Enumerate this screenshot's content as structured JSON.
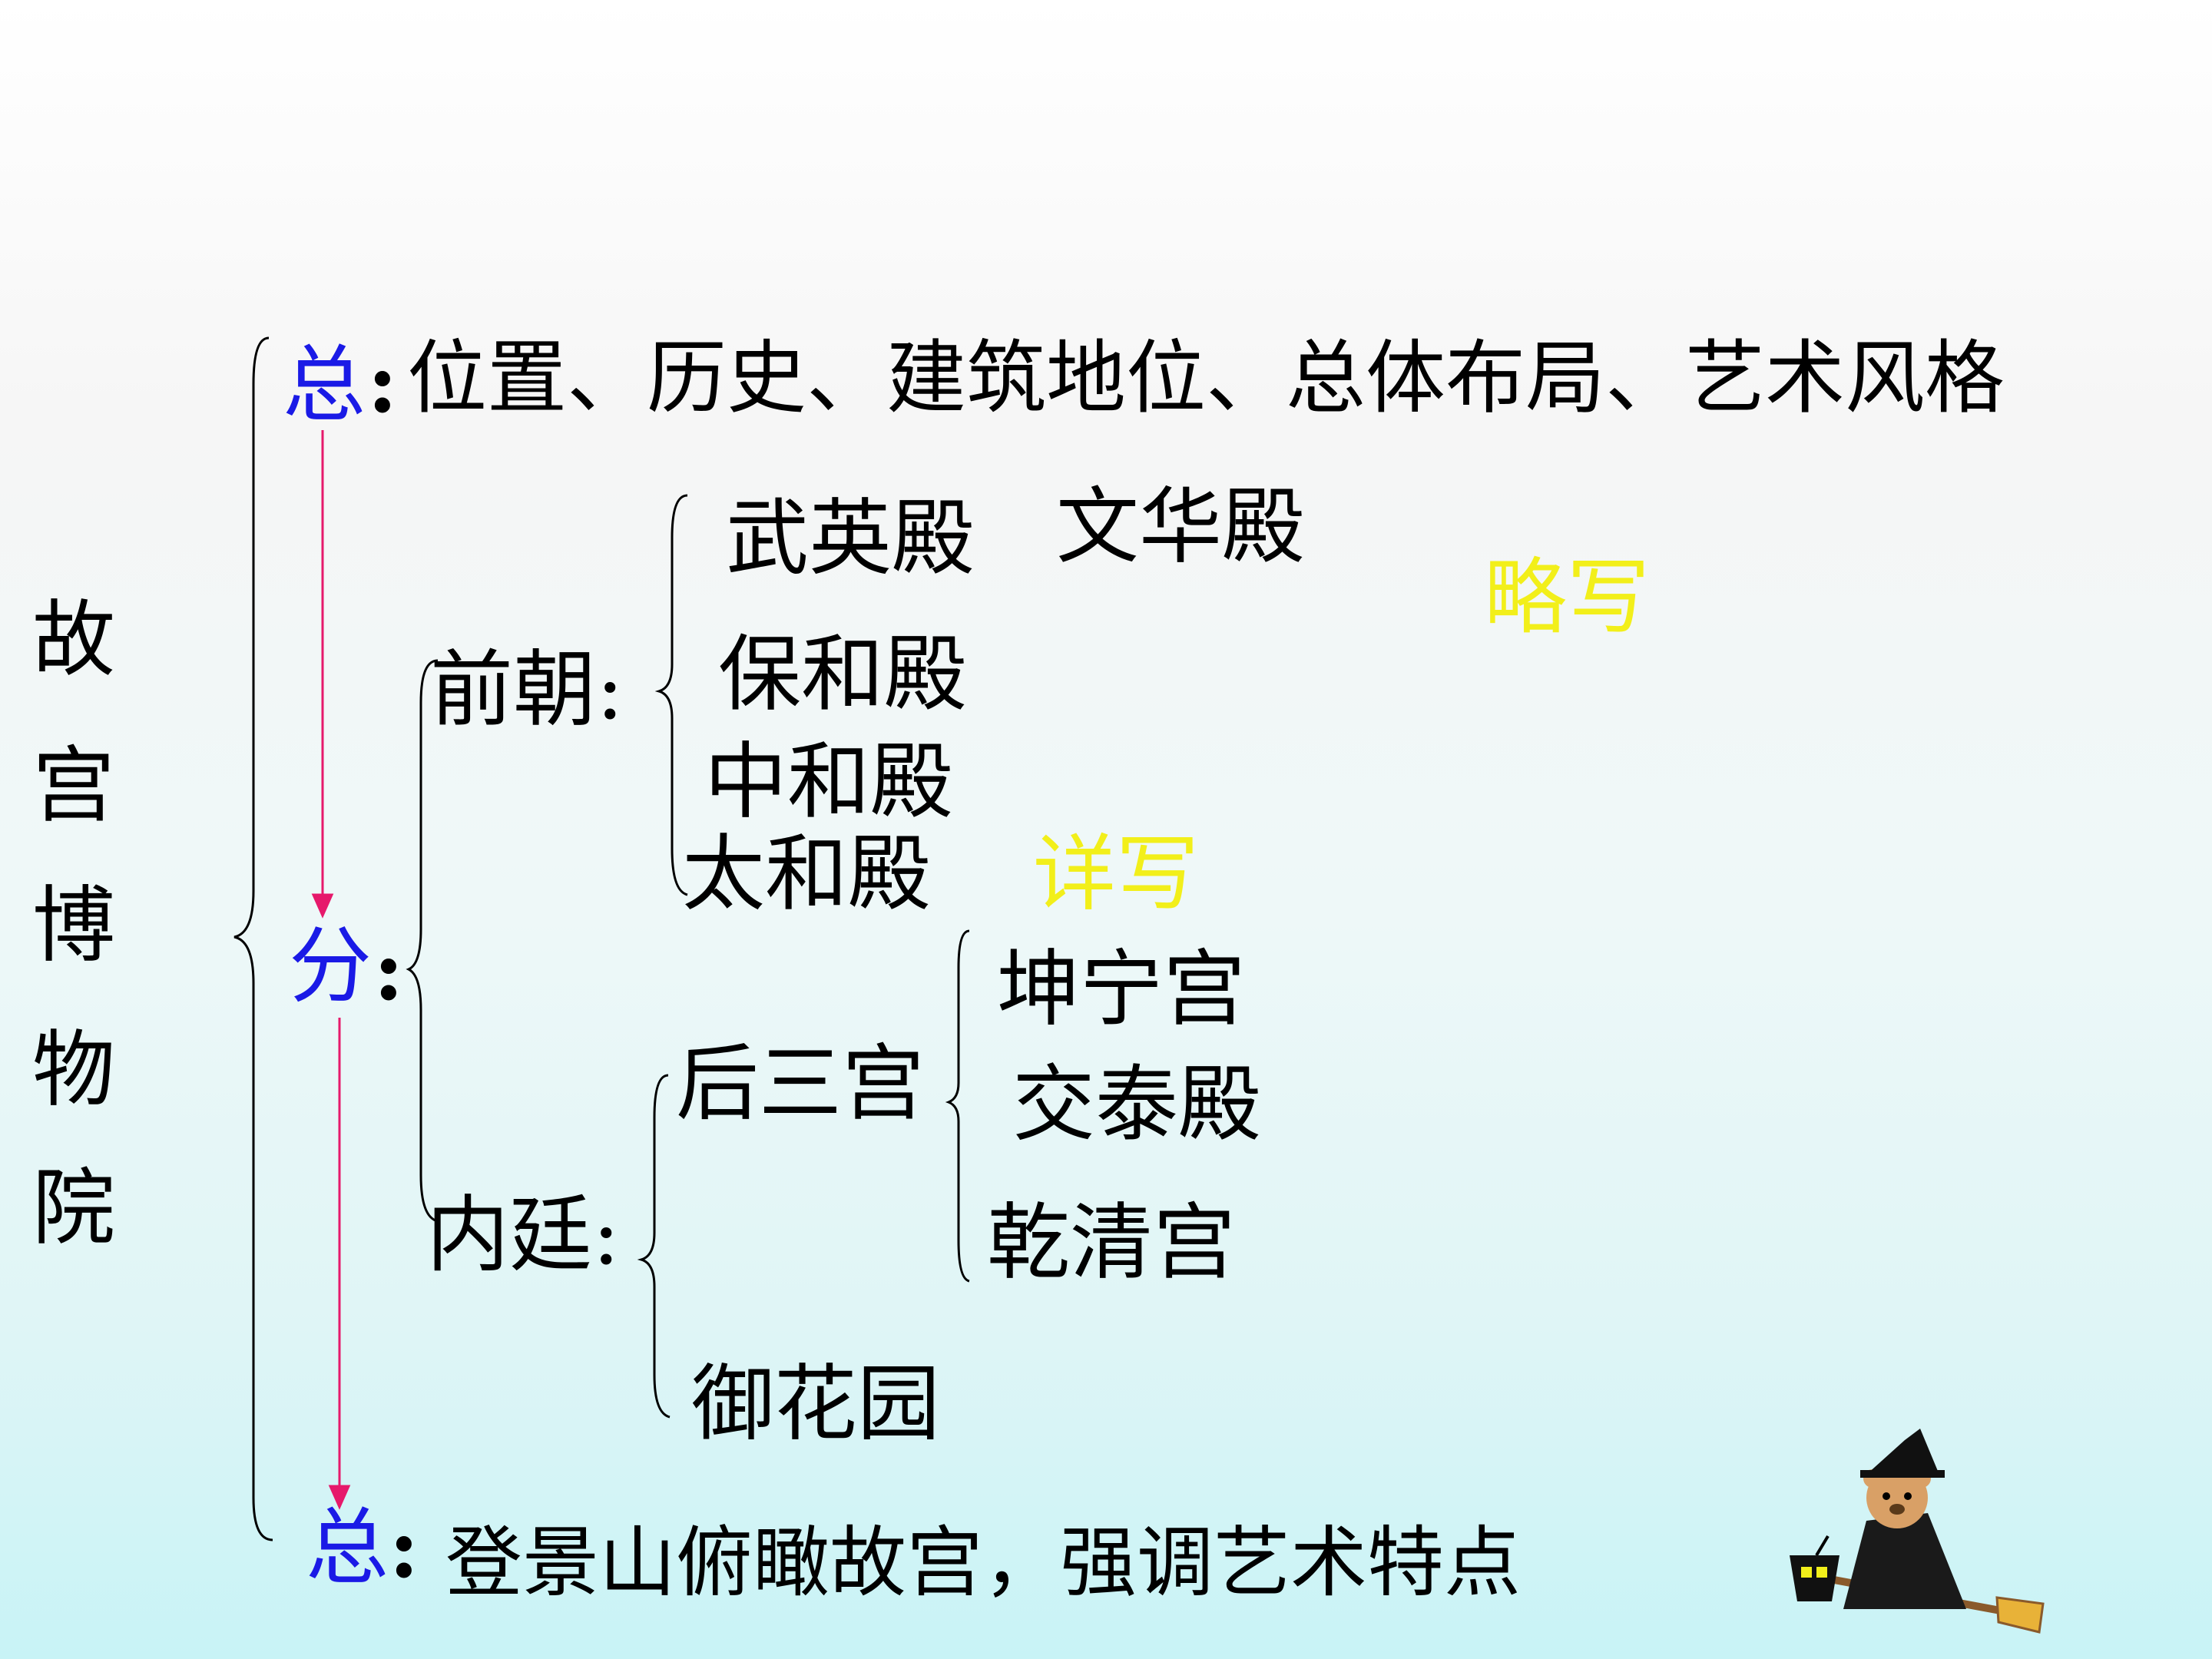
{
  "title_chars": [
    "故",
    "宫",
    "博",
    "物",
    "院"
  ],
  "top": {
    "label": "总",
    "colon": ":",
    "text": "位置、历史、建筑地位、总体布局、艺术风格"
  },
  "middle": {
    "label": "分",
    "colon": ":"
  },
  "bottom": {
    "label": "总",
    "colon": ":",
    "text": "登景山俯瞰故宫，强调艺术特点"
  },
  "qianchao": {
    "label": "前朝:",
    "items": [
      "武英殿",
      "文华殿",
      "保和殿",
      "中和殿",
      "太和殿"
    ]
  },
  "neiting": {
    "label": "内廷:",
    "houSanGong": {
      "label": "后三宫",
      "items": [
        "坤宁宫",
        "交泰殿",
        "乾清宫"
      ]
    },
    "garden": "御花园"
  },
  "notes": {
    "brief": "略写",
    "detailed": "详写"
  },
  "colors": {
    "label_blue": "#1a1ae6",
    "note_yellow": "#f2ef1a",
    "arrow": "#e6196b"
  },
  "icon": "witch-bear-on-broom-icon"
}
